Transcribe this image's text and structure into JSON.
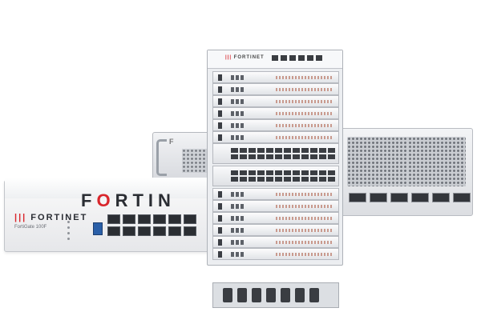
{
  "scene": {
    "front_appliance": {
      "big_logo_left": "F",
      "big_logo_mark": "O",
      "big_logo_right": "RTIN",
      "logo_mark": "|||",
      "logo_text": "FORTINET",
      "model": "FortiGate 100F",
      "port_count": 12,
      "usb_color": "#2a5fa8"
    },
    "back_left_chassis": {
      "logo_text": "F"
    },
    "center_chassis": {
      "logo_mark": "|||",
      "logo_text": "FORTINET",
      "blade_count": 12,
      "io_module_count": 2,
      "fan_count": 7
    },
    "back_right_chassis": {
      "sfp_count": 6
    },
    "colors": {
      "brand_red": "#d9262c",
      "chassis_silver": "#eceef1",
      "port_black": "#2b2e33"
    }
  }
}
